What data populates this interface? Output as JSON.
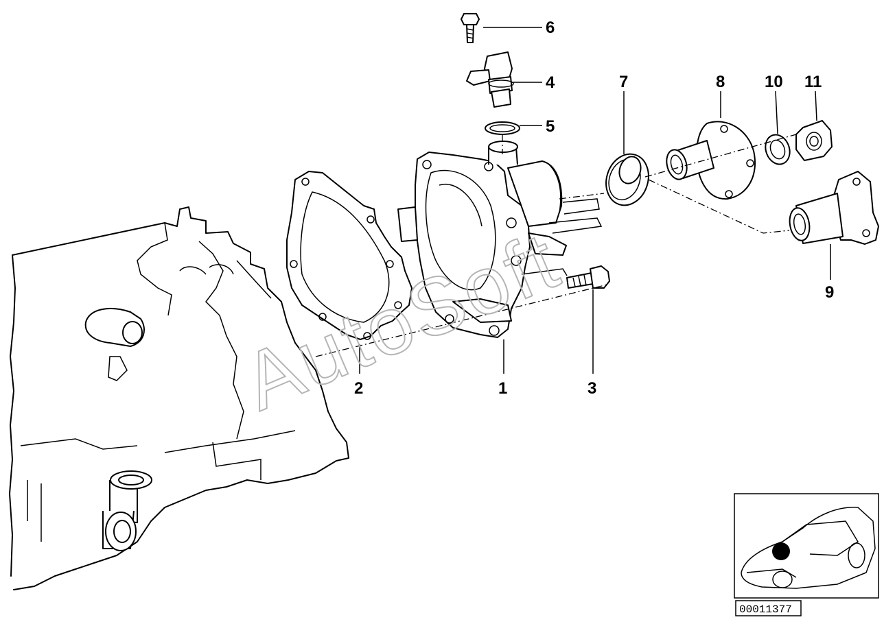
{
  "diagram": {
    "callouts": [
      {
        "id": "1",
        "label": "1"
      },
      {
        "id": "2",
        "label": "2"
      },
      {
        "id": "3",
        "label": "3"
      },
      {
        "id": "4",
        "label": "4"
      },
      {
        "id": "5",
        "label": "5"
      },
      {
        "id": "6",
        "label": "6"
      },
      {
        "id": "7",
        "label": "7"
      },
      {
        "id": "8",
        "label": "8"
      },
      {
        "id": "9",
        "label": "9"
      },
      {
        "id": "10",
        "label": "10"
      },
      {
        "id": "11",
        "label": "11"
      }
    ],
    "watermark": "AutoSoft",
    "catalog_number": "00011377",
    "marker_color": "#000000"
  }
}
